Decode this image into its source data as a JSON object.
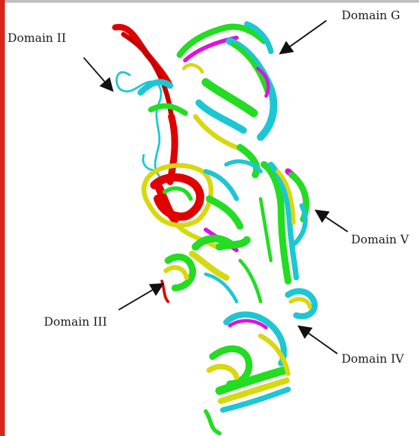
{
  "labels": {
    "domain_g": "Domain G",
    "domain_ii": "Domain II",
    "domain_iii": "Domain III",
    "domain_iv": "Domain IV",
    "domain_v": "Domain V"
  },
  "colors": {
    "border_red": "#d8261c",
    "chain_green": "#22dd22",
    "chain_cyan": "#1cc7d3",
    "chain_yellow": "#d8d80f",
    "chain_red": "#e00000",
    "chain_magenta": "#e010e0"
  }
}
